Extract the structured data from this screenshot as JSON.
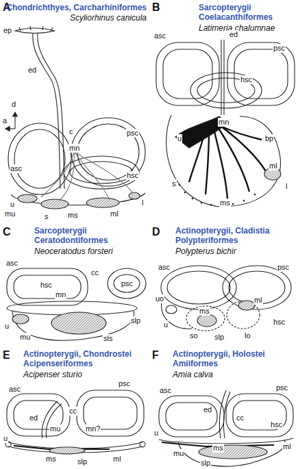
{
  "diagram": {
    "labels": [
      "A",
      "Chondrichthyes, Carcharhiniformes",
      "Scyliorhinus canicula",
      "ep",
      "ed",
      "d",
      "a",
      "c",
      "mn",
      "psc",
      "asc",
      "hsc",
      "u",
      "mu",
      "s",
      "ms",
      "ml",
      "l",
      "B",
      "Sarcopterygii Coelacanthiformes",
      "Latimeria chalumnae",
      "asc",
      "ed",
      "psc",
      "mn",
      "hsc",
      "u",
      "bp",
      "s",
      "ms",
      "ml",
      "l",
      "C",
      "Sarcopterygii Ceratodontiformes",
      "Neoceratodus forsteri",
      "asc",
      "hsc",
      "cc",
      "psc",
      "mn",
      "slp",
      "u",
      "mu",
      "sls",
      "D",
      "Actinopterygii, Cladistia Polypteriformes",
      "Polypterus bichir",
      "asc",
      "psc",
      "ml",
      "uo",
      "ms",
      "u",
      "so",
      "slp",
      "lo",
      "hsc",
      "E",
      "Actinopterygii, Chondrostei Acipenseriformes",
      "Acipenser sturio",
      "psc",
      "asc",
      "ed",
      "cc",
      "mu",
      "mn?",
      "u",
      "ms",
      "slp",
      "ml",
      "F",
      "Actinopterygii, Holostei Amiiformes",
      "Amia calva",
      "asc",
      "ed",
      "psc",
      "cc",
      "hsc",
      "u",
      "mu",
      "ms",
      "slp",
      "ml"
    ]
  }
}
